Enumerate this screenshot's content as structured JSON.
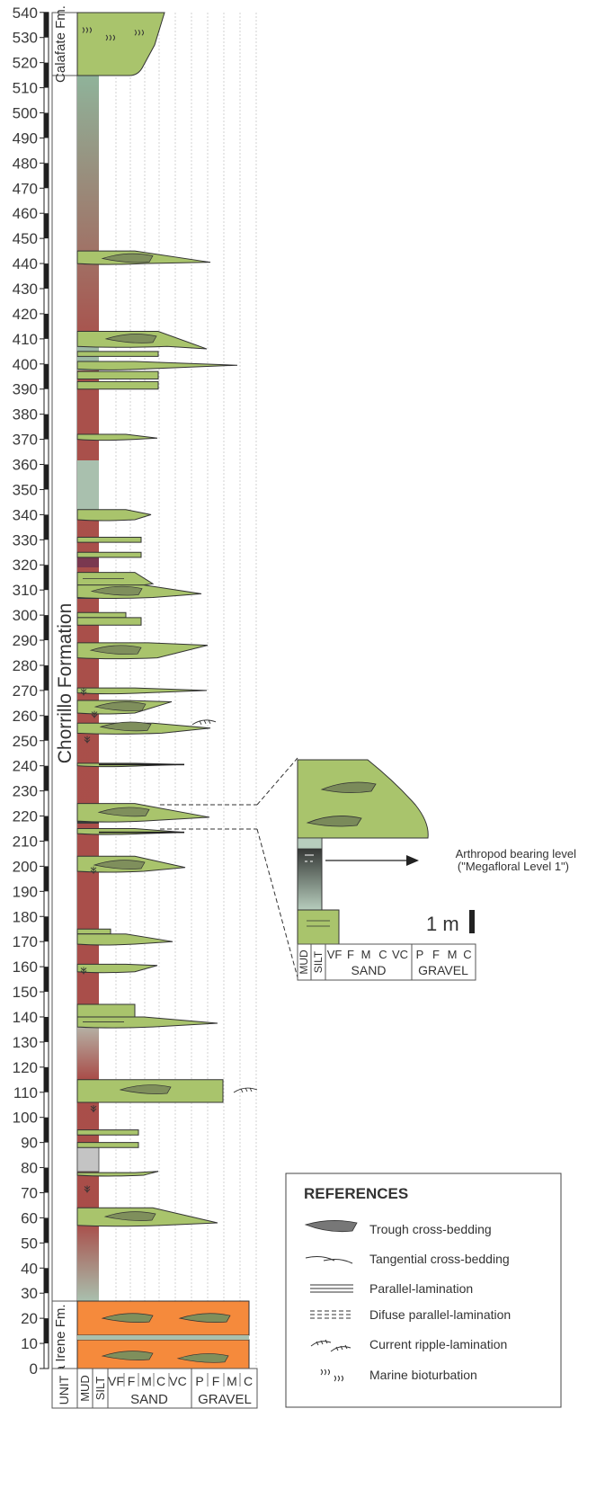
{
  "axis": {
    "ticks": [
      0,
      10,
      20,
      30,
      40,
      50,
      60,
      70,
      80,
      90,
      100,
      110,
      120,
      130,
      140,
      150,
      160,
      170,
      180,
      190,
      200,
      210,
      220,
      230,
      240,
      250,
      260,
      270,
      280,
      290,
      300,
      310,
      320,
      330,
      340,
      350,
      360,
      370,
      380,
      390,
      400,
      410,
      420,
      430,
      440,
      450,
      460,
      470,
      480,
      490,
      500,
      510,
      520,
      530,
      540
    ],
    "min": 0,
    "max": 540
  },
  "units": {
    "calafate": "Calafate Fm.",
    "chorrillo": "Chorrillo Formation",
    "la_irene": "La Irene Fm."
  },
  "grain_scale": {
    "unit": "UNIT",
    "mud": "MUD",
    "silt": "SILT",
    "sand_classes": [
      "VF",
      "F",
      "M",
      "C",
      "VC"
    ],
    "sand": "SAND",
    "gravel_classes": [
      "P",
      "F",
      "M",
      "C"
    ],
    "gravel": "GRAVEL"
  },
  "inset": {
    "annotation_line1": "Arthropod bearing level",
    "annotation_line2": "(\"Megafloral Level 1\")",
    "scale_bar": "1 m",
    "mud": "MUD",
    "silt": "SILT",
    "sand_classes": [
      "VF",
      "F",
      "M",
      "C",
      "VC"
    ],
    "sand": "SAND",
    "gravel_classes": [
      "P",
      "F",
      "M",
      "C"
    ],
    "gravel": "GRAVEL"
  },
  "references": {
    "title": "REFERENCES",
    "items": [
      {
        "icon": "trough-cross-bedding-icon",
        "label": "Trough cross-bedding"
      },
      {
        "icon": "tangential-cross-bedding-icon",
        "label": "Tangential cross-bedding"
      },
      {
        "icon": "parallel-lamination-icon",
        "label": "Parallel-lamination"
      },
      {
        "icon": "difuse-parallel-lamination-icon",
        "label": "Difuse parallel-lamination"
      },
      {
        "icon": "current-ripple-lamination-icon",
        "label": "Current ripple-lamination"
      },
      {
        "icon": "marine-bioturbation-icon",
        "label": "Marine bioturbation"
      }
    ]
  },
  "colors": {
    "sandstone": "#a9c46c",
    "mudstone_red": "#a94d49",
    "mudstone_grey": "#a9bfae",
    "conglomerate": "#f58a3c",
    "dark_level": "#2b2b2b"
  }
}
